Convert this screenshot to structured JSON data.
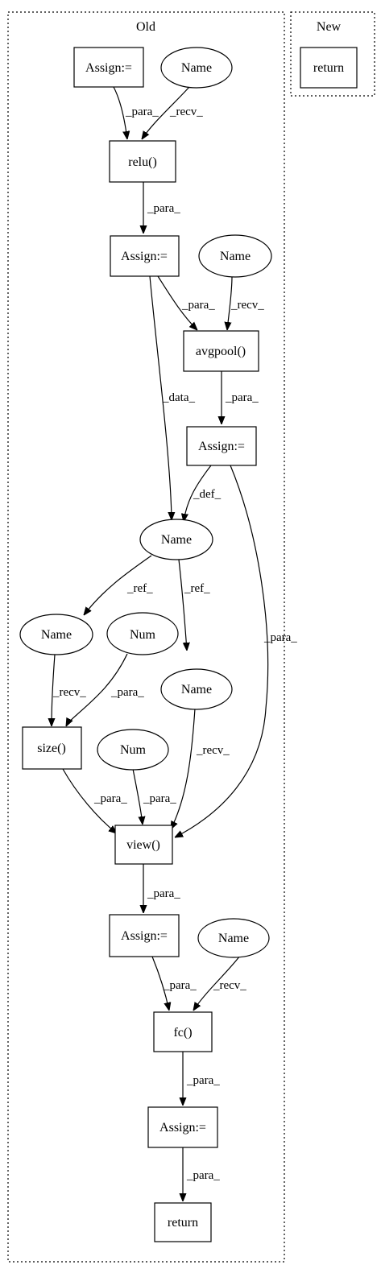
{
  "clusters": {
    "old": {
      "label": "Old"
    },
    "new": {
      "label": "New"
    }
  },
  "nodes": {
    "assign1": "Assign:=",
    "name1": "Name",
    "relu": "relu()",
    "assign2": "Assign:=",
    "name2": "Name",
    "avgpool": "avgpool()",
    "assign3": "Assign:=",
    "name3": "Name",
    "name4": "Name",
    "num1": "Num",
    "name5": "Name",
    "size": "size()",
    "num2": "Num",
    "view": "view()",
    "assign4": "Assign:=",
    "name6": "Name",
    "fc": "fc()",
    "assign5": "Assign:=",
    "return_old": "return",
    "return_new": "return"
  },
  "edges": {
    "e1": "_para_",
    "e2": "_recv_",
    "e3": "_para_",
    "e4": "_para_",
    "e5": "_recv_",
    "e6": "_data_",
    "e7": "_para_",
    "e8": "_def_",
    "e9": "_para_",
    "e10": "_ref_",
    "e11": "_ref_",
    "e12": "_recv_",
    "e13": "_para_",
    "e14": "_para_",
    "e15": "_para_",
    "e16": "_recv_",
    "e17": "_para_",
    "e18": "_para_",
    "e19": "_recv_",
    "e20": "_para_",
    "e21": "_para_"
  }
}
